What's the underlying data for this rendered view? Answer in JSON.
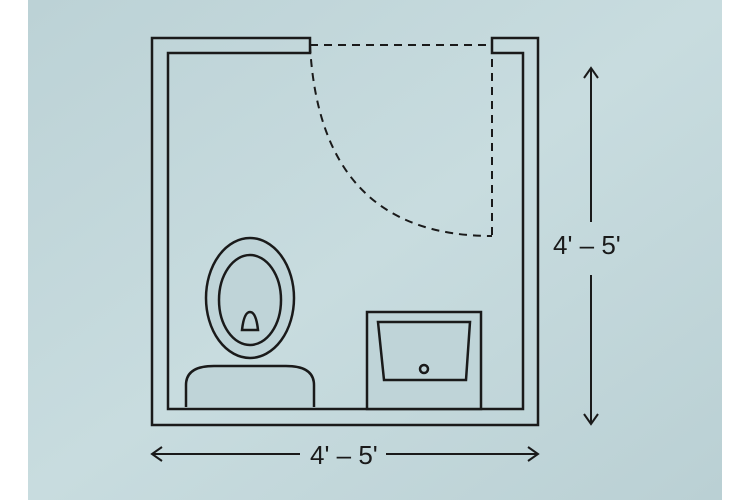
{
  "colors": {
    "background": "#bed3d7",
    "background_light": "#cfe0e3",
    "stroke": "#1a1a1a",
    "fixture_fill": "#bfd4d8"
  },
  "diagram": {
    "width_label": "4' – 5'",
    "depth_label": "4' – 5'",
    "elements": [
      "room-walls",
      "door-swing",
      "toilet",
      "sink-vanity",
      "width-arrow",
      "depth-arrow"
    ]
  }
}
